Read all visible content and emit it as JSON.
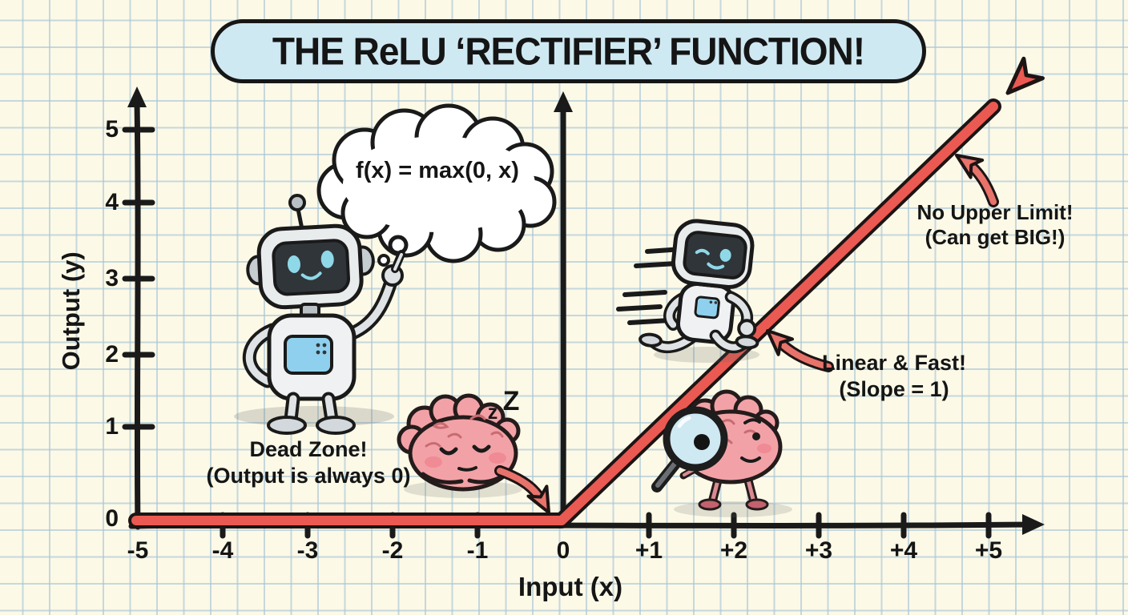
{
  "title": "THE ReLU ‘RECTIFIER’ FUNCTION!",
  "formula": "f(x) = max(0, x)",
  "annotations": {
    "dead_zone_line1": "Dead Zone!",
    "dead_zone_line2": "(Output is always 0)",
    "linear_line1": "Linear & Fast!",
    "linear_line2": "(Slope = 1)",
    "no_limit_line1": "No Upper Limit!",
    "no_limit_line2": "(Can get BIG!)",
    "sleep_z_small": "z",
    "sleep_z_big": "Z"
  },
  "chart_data": {
    "type": "line",
    "title": "THE ReLU ‘RECTIFIER’ FUNCTION!",
    "xlabel": "Input (x)",
    "ylabel": "Output (y)",
    "xlim": [
      -5,
      5
    ],
    "ylim": [
      0,
      5
    ],
    "grid": true,
    "x_tick_labels": [
      "-5",
      "-4",
      "-3",
      "-2",
      "-1",
      "0",
      "+1",
      "+2",
      "+3",
      "+4",
      "+5"
    ],
    "y_tick_labels": [
      "0",
      "1",
      "2",
      "3",
      "4",
      "5"
    ],
    "series": [
      {
        "name": "ReLU f(x) = max(0, x)",
        "x": [
          -5,
          -4,
          -3,
          -2,
          -1,
          0,
          1,
          2,
          3,
          4,
          5
        ],
        "y": [
          0,
          0,
          0,
          0,
          0,
          0,
          1,
          2,
          3,
          4,
          5
        ],
        "color": "#ea5a52"
      }
    ]
  },
  "colors": {
    "background": "#fcf9e7",
    "grid_line": "#a8c6d5",
    "banner_fill": "#cfe9f2",
    "ink": "#1a1a1a",
    "relu_line": "#ea5a52",
    "annotation_arrow": "#e7736b",
    "robot_body": "#eff1f2",
    "robot_screen": "#30353a",
    "robot_eye": "#8fd8e8",
    "chest_panel": "#8fd0ee",
    "brain_pink": "#f2a2a6",
    "lens_blue": "#cfe9f3"
  }
}
